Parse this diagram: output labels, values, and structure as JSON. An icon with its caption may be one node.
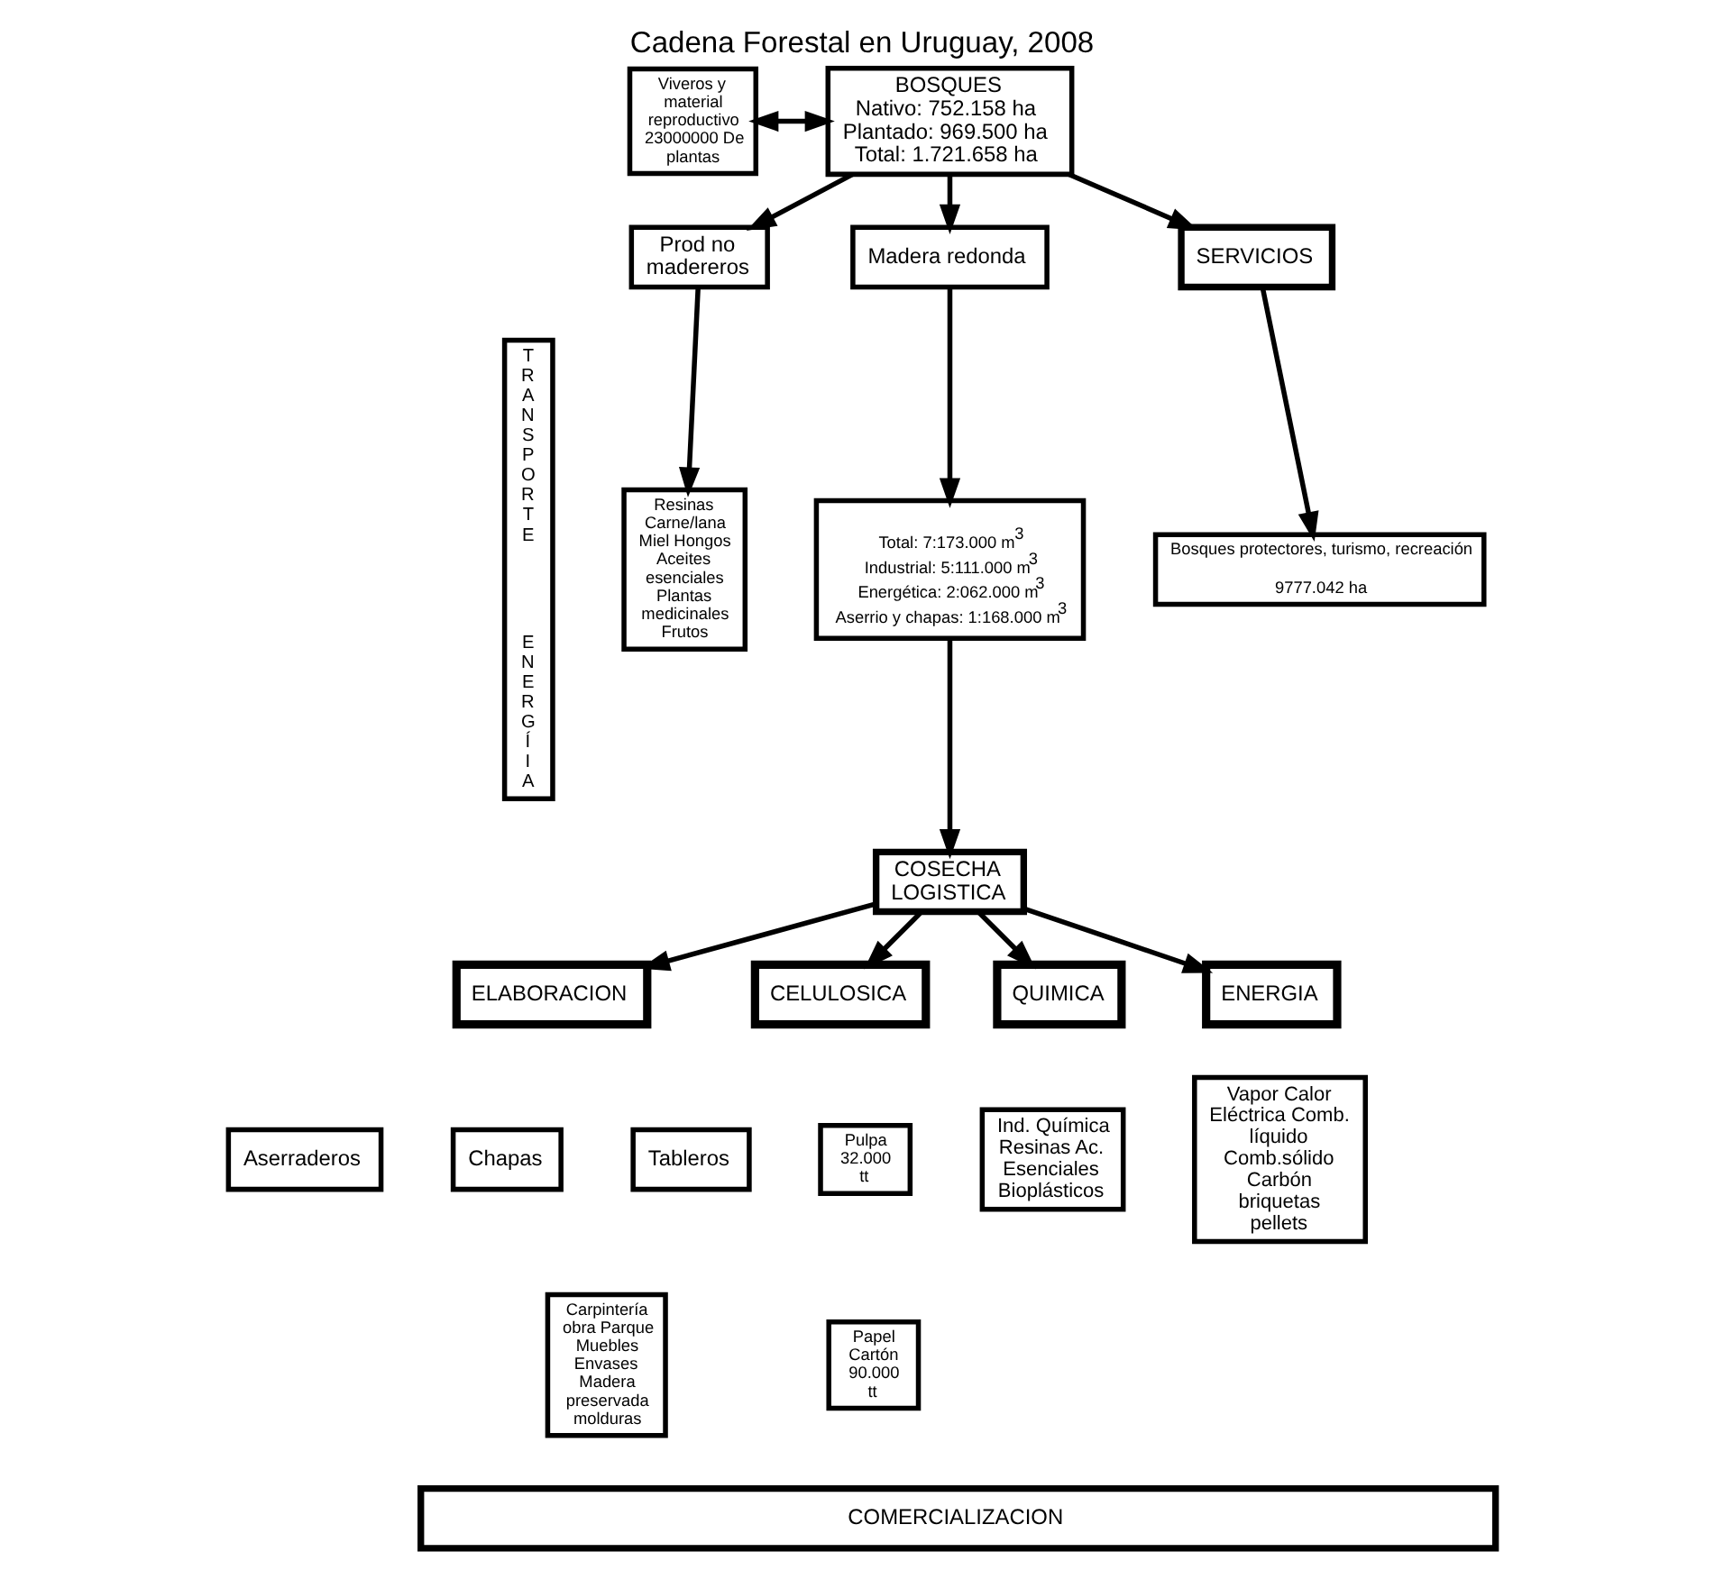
{
  "diagram": {
    "title": "Cadena Forestal en Uruguay, 2008",
    "nodes": [
      {
        "text": [
          "TRANSPORTE",
          "ENERGÍIA"
        ]
      },
      {
        "text": [
          "Viveros y material reproductivo 23000000 De plantas"
        ]
      },
      {
        "text": [
          "BOSQUES",
          "Nativo: 752.158 ha Plantado: 969.500 ha Total: 1.721.658 ha"
        ]
      },
      {
        "text": [
          "Prod no madereros"
        ]
      },
      {
        "text": [
          "Madera redonda"
        ]
      },
      {
        "text": [
          "SERVICIOS"
        ]
      },
      {
        "text": [
          "Resinas Carne/lana Miel Hongos Aceites esenciales Plantas medicinales Frutos"
        ]
      },
      {
        "text": [
          "Total: 7:173.000 m$^{3}$ Industrial: 5:111.000 m$^{3}$ Energética: 2:062.000 m$^{3}$ Aserrio y chapas: 1:168.000 m$^{3}$"
        ]
      },
      {
        "text": [
          "Bosques protectores, turismo, recreación",
          "9777.042 ha"
        ]
      },
      {
        "text": [
          "COSECHA LOGISTICA"
        ]
      },
      {
        "text": [
          "ELABORACION"
        ]
      },
      {
        "text": [
          "CELULOSICA"
        ]
      },
      {
        "text": [
          "QUIMICA"
        ]
      },
      {
        "text": [
          "ENERGIA"
        ]
      },
      {
        "text": [
          "Aserraderos"
        ]
      },
      {
        "text": [
          "Chapas"
        ]
      },
      {
        "text": [
          "Tableros"
        ]
      },
      {
        "text": [
          "Carpintería obra Parque Muebles Envases Madera preservada molduras"
        ]
      },
      {
        "text": [
          "Pulpa 32.000 tt"
        ]
      },
      {
        "text": [
          "Papel Cartón 90.000 tt"
        ]
      },
      {
        "text": [
          "Ind. Química Resinas Ac. Esenciales Bioplásticos"
        ]
      },
      {
        "text": [
          "Vapor Calor Eléctrica Comb. líquido Comb.sólido Carbón briquetas pellets"
        ]
      },
      {
        "text": [
          "COMERCIALIZACION"
        ]
      }
    ],
    "edges": [
      {
        "from": 1,
        "to": 2,
        "arrow": "both"
      },
      {
        "from": 2,
        "to": 3,
        "arrow": "to"
      },
      {
        "from": 2,
        "to": 4,
        "arrow": "to"
      },
      {
        "from": 2,
        "to": 5,
        "arrow": "to"
      },
      {
        "from": 3,
        "to": 6,
        "arrow": "to"
      },
      {
        "from": 4,
        "to": 7,
        "arrow": "to"
      },
      {
        "from": 5,
        "to": 8,
        "arrow": "to"
      },
      {
        "from": 7,
        "to": 9,
        "arrow": "to"
      },
      {
        "from": 9,
        "to": 10,
        "arrow": "to"
      },
      {
        "from": 9,
        "to": 11,
        "arrow": "to"
      },
      {
        "from": 9,
        "to": 12,
        "arrow": "to"
      },
      {
        "from": 9,
        "to": 13,
        "arrow": "to"
      }
    ]
  }
}
